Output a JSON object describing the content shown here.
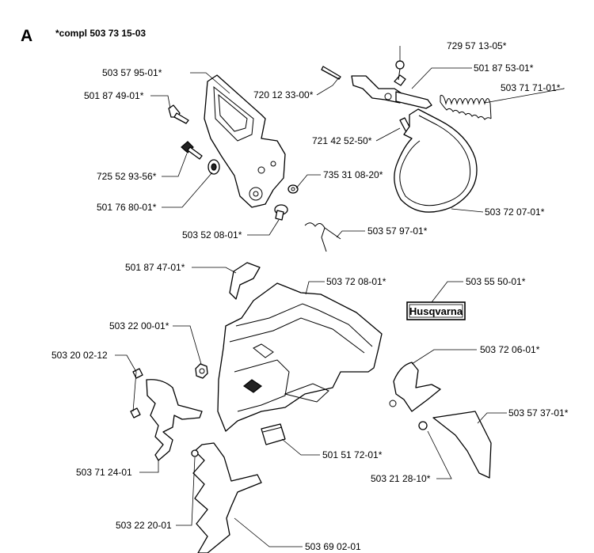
{
  "header": {
    "section_letter": "A",
    "assembly_note": "*compl 503 73 15-03"
  },
  "parts": [
    {
      "id": "p01",
      "number": "729 57 13-05*"
    },
    {
      "id": "p02",
      "number": "501 87 53-01*"
    },
    {
      "id": "p03",
      "number": "503 71 71-01*"
    },
    {
      "id": "p04",
      "number": "503 57 95-01*"
    },
    {
      "id": "p05",
      "number": "720 12 33-00*"
    },
    {
      "id": "p06",
      "number": "501 87 49-01*"
    },
    {
      "id": "p07",
      "number": "721 42 52-50*"
    },
    {
      "id": "p08",
      "number": "735 31 08-20*"
    },
    {
      "id": "p09",
      "number": "725 52 93-56*"
    },
    {
      "id": "p10",
      "number": "501 76 80-01*"
    },
    {
      "id": "p11",
      "number": "503 72 07-01*"
    },
    {
      "id": "p12",
      "number": "503 52 08-01*"
    },
    {
      "id": "p13",
      "number": "503 57 97-01*"
    },
    {
      "id": "p14",
      "number": "501 87 47-01*"
    },
    {
      "id": "p15",
      "number": "503 72 08-01*"
    },
    {
      "id": "p16",
      "number": "503 55 50-01*"
    },
    {
      "id": "p17",
      "number": "503 22 00-01*"
    },
    {
      "id": "p18",
      "number": "503 72 06-01*"
    },
    {
      "id": "p19",
      "number": "503 20 02-12"
    },
    {
      "id": "p20",
      "number": "503 57 37-01*"
    },
    {
      "id": "p21",
      "number": "501 51 72-01*"
    },
    {
      "id": "p22",
      "number": "503 71 24-01"
    },
    {
      "id": "p23",
      "number": "503 21 28-10*"
    },
    {
      "id": "p24",
      "number": "503 22 20-01"
    },
    {
      "id": "p25",
      "number": "503 69 02-01"
    }
  ],
  "decal": {
    "brand_text": "Husqvarna"
  }
}
